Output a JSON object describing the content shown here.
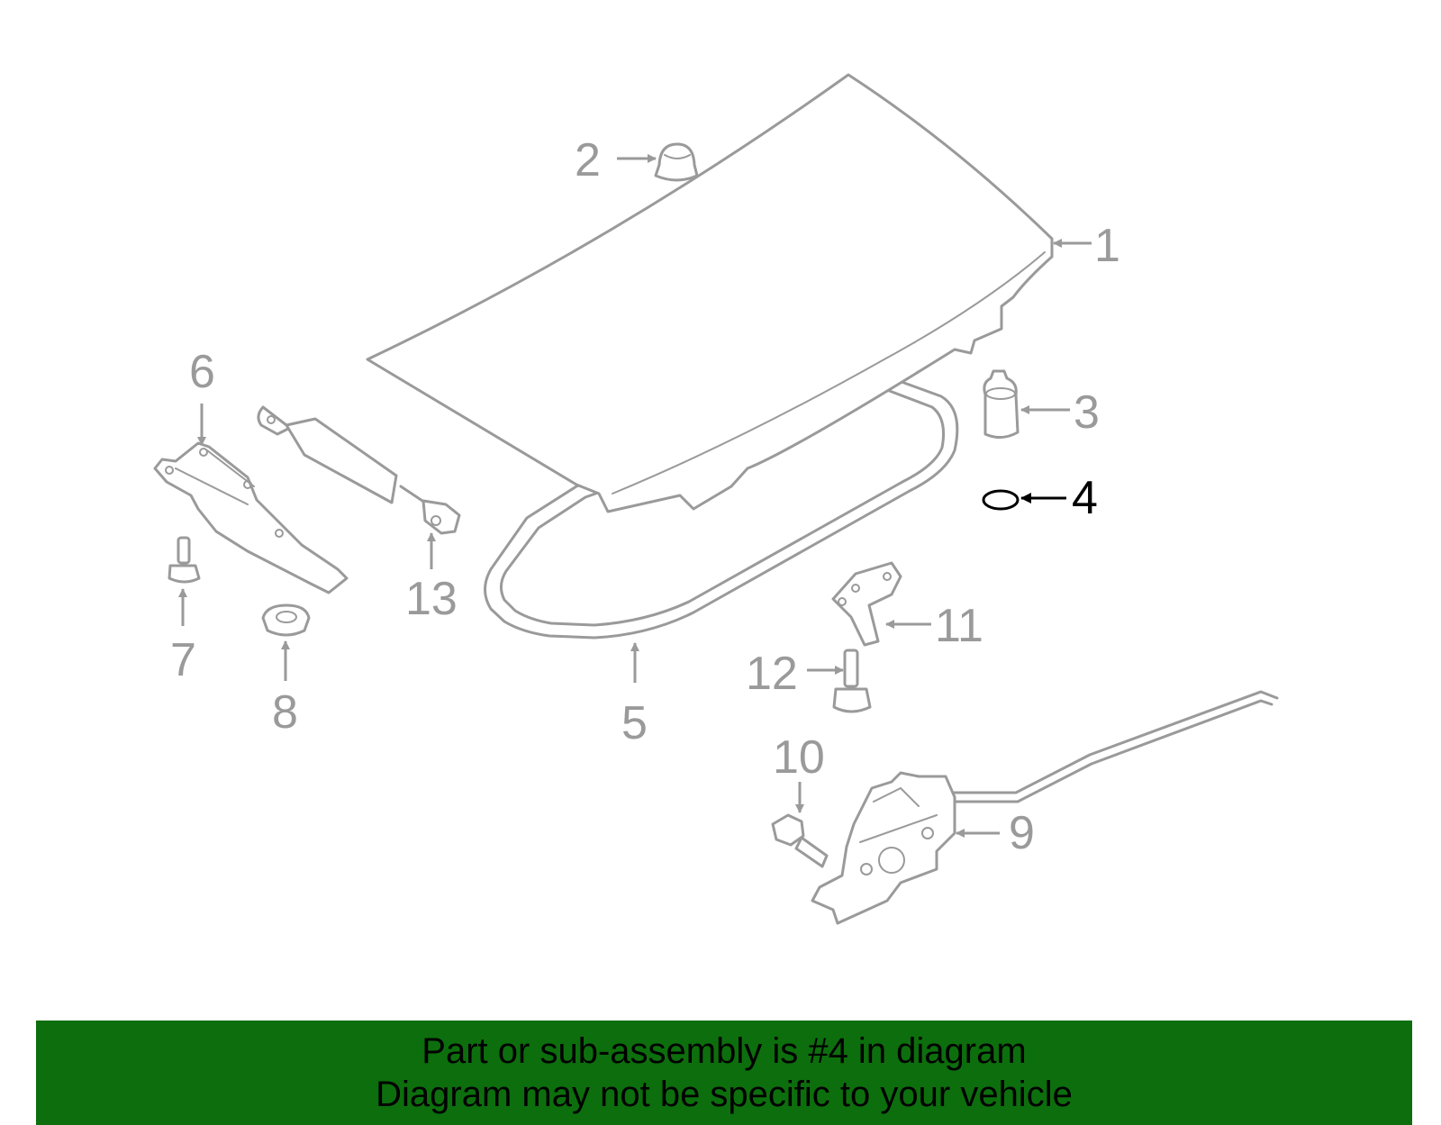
{
  "callouts": {
    "c1": "1",
    "c2": "2",
    "c3": "3",
    "c4": "4",
    "c5": "5",
    "c6": "6",
    "c7": "7",
    "c8": "8",
    "c9": "9",
    "c10": "10",
    "c11": "11",
    "c12": "12",
    "c13": "13"
  },
  "highlighted_part": "4",
  "colors": {
    "parts": "#9a9a9a",
    "highlight": "#000000",
    "banner_background": "#0d6e0d",
    "banner_text": "#000000"
  },
  "banner": {
    "line1": "Part or sub-assembly is #4 in diagram",
    "line2": "Diagram may not be specific to your vehicle"
  }
}
